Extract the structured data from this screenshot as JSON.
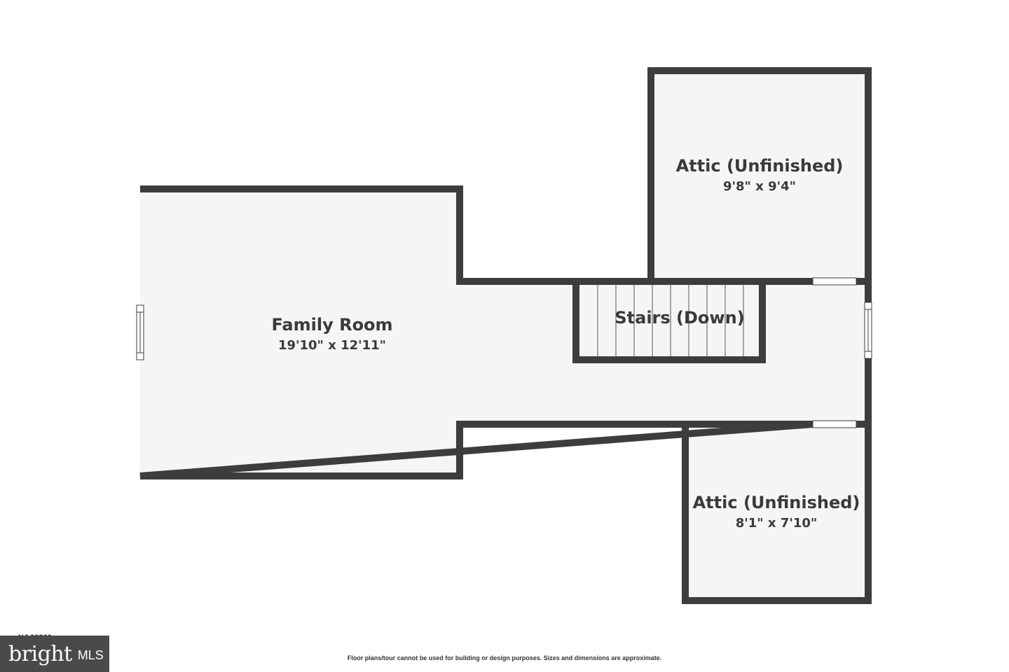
{
  "rooms": {
    "family_room": {
      "name": "Family Room",
      "dims": "19'10\" x 12'11\""
    },
    "attic_top": {
      "name": "Attic (Unfinished)",
      "dims": "9'8\" x 9'4\""
    },
    "stairs": {
      "name": "Stairs (Down)"
    },
    "attic_bottom": {
      "name": "Attic (Unfinished)",
      "dims": "8'1\" x 7'10\""
    }
  },
  "footer": {
    "address": "NJ 08360",
    "disclaimer": "Floor plans/tour cannot be used for building or design purposes. Sizes and dimensions are approximate."
  },
  "logo": {
    "brand": "bright",
    "suffix": "MLS"
  },
  "colors": {
    "wall": "#3d3d3d",
    "floor": "#f5f5f5",
    "label": "#3a3a3a"
  }
}
